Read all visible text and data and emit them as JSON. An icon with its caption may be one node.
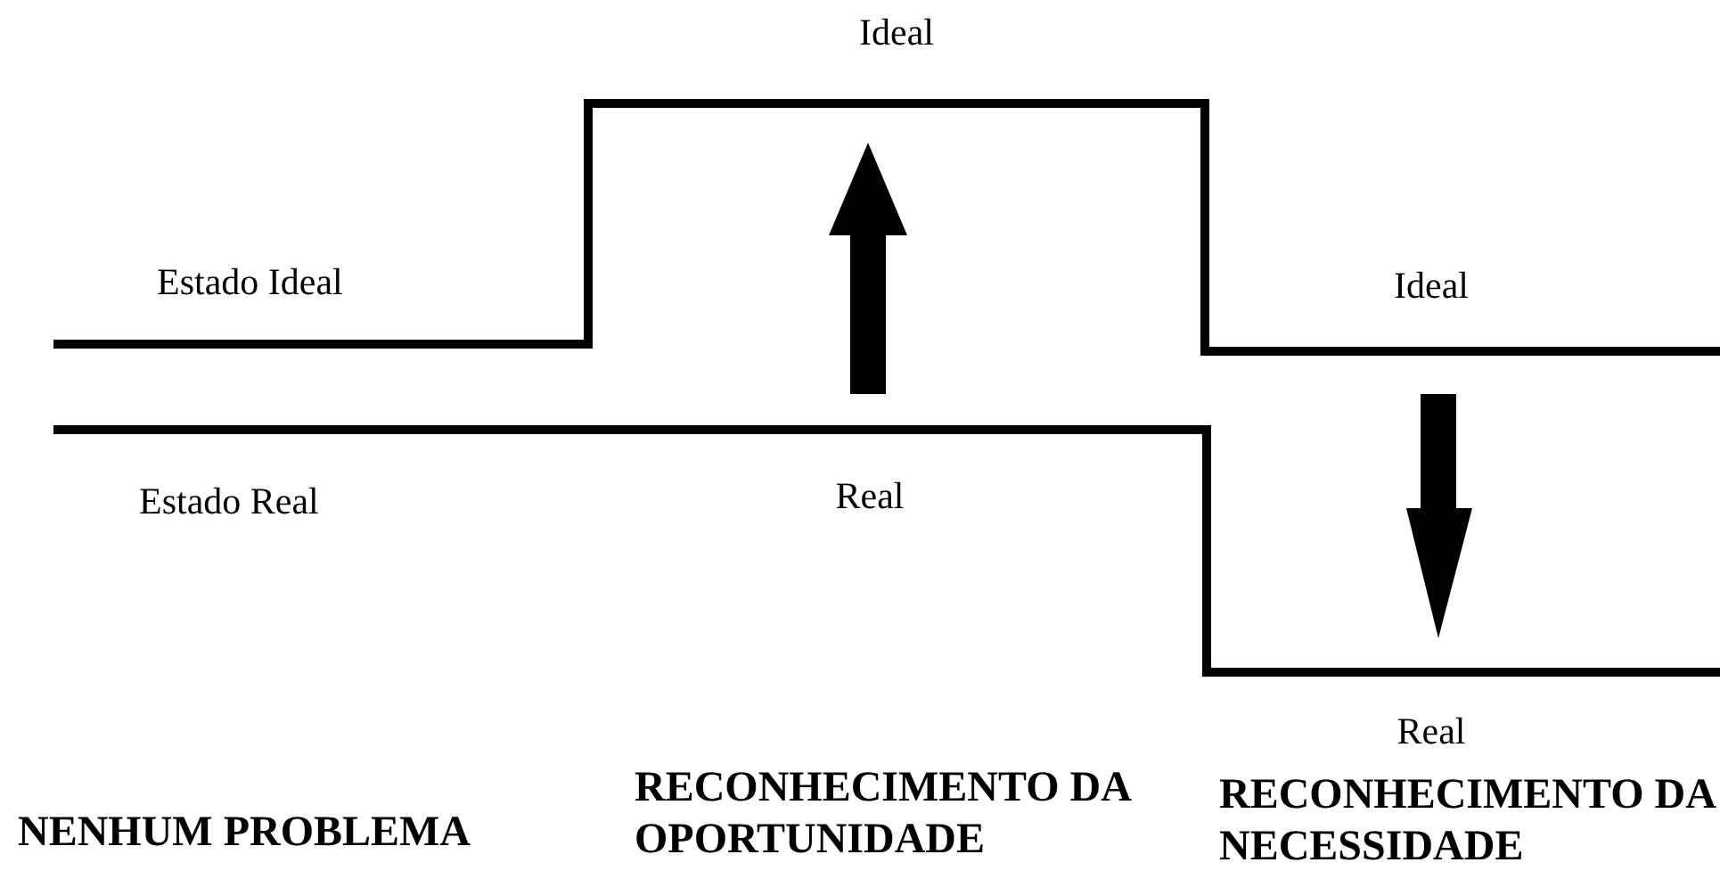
{
  "diagram": {
    "labels": [
      "Ideal",
      "Estado Ideal",
      "Ideal",
      "Estado Real",
      "Real",
      "Real",
      "RECONHECIMENTO DA OPORTUNIDADE",
      "RECONHECIMENTO DA NECESSIDADE",
      "NENHUM PROBLEMA"
    ]
  }
}
